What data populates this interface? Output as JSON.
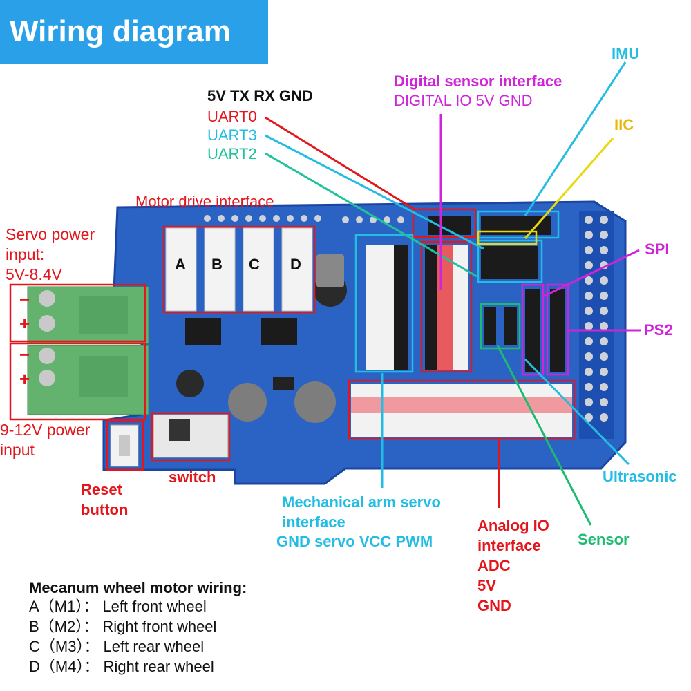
{
  "title": "Wiring diagram",
  "colors": {
    "title_bg": "#29a0e8",
    "red": "#e2161b",
    "cyan": "#23bde4",
    "teal": "#1fc29a",
    "magenta": "#cf24d9",
    "gold": "#e8b70c",
    "green": "#1dbb6f",
    "pcb": "#2b63c5"
  },
  "labels": {
    "uart_header": "5V TX RX GND",
    "uart0": "UART0",
    "uart3": "UART3",
    "uart2": "UART2",
    "digital_sensor": "Digital sensor interface",
    "digital_pins": "DIGITAL IO 5V GND",
    "imu": "IMU",
    "iic": "IIC",
    "motor_drive": "Motor drive interface",
    "servo_power_1": "Servo power",
    "servo_power_2": "input:",
    "servo_power_3": "5V-8.4V",
    "power_in_1": "9-12V power",
    "power_in_2": "input",
    "spi": "SPI",
    "ps2": "PS2",
    "ultrasonic": "Ultrasonic",
    "sensor": "Sensor",
    "reset_1": "Reset",
    "reset_2": "button",
    "switch": "switch",
    "arm_servo_1": "Mechanical arm servo",
    "arm_servo_2": "interface",
    "arm_servo_3": "GND servo VCC PWM",
    "analog_1": "Analog IO",
    "analog_2": "interface",
    "analog_3": "ADC",
    "analog_4": "5V",
    "analog_5": "GND",
    "motor_a": "A",
    "motor_b": "B",
    "motor_c": "C",
    "motor_d": "D",
    "minus": "−",
    "plus": "+"
  },
  "mecanum": {
    "heading": "Mecanum wheel motor wiring:",
    "rows": [
      "A（M1）： Left front wheel",
      "B（M2）： Right front wheel",
      "C（M3）： Left rear wheel",
      "D（M4）： Right rear wheel"
    ]
  }
}
